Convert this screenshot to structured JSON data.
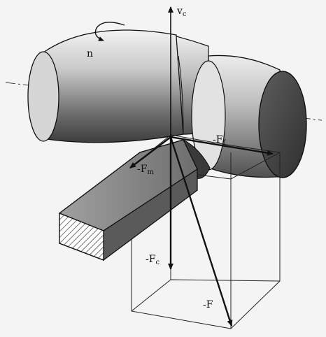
{
  "labels": {
    "vc_main": "v",
    "vc_sub": "c",
    "rotation": "n",
    "ff_main": "-F",
    "ff_sub": "f",
    "fm_main": "-F",
    "fm_sub": "m",
    "fc_main": "-F",
    "fc_sub": "c",
    "f_total": "-F"
  },
  "colors": {
    "background": "#f4f4f4",
    "ink": "#111111",
    "workpiece_light": "#dcdcdc",
    "workpiece_dark": "#4a4a4a",
    "tool": "#8c8c8c"
  }
}
